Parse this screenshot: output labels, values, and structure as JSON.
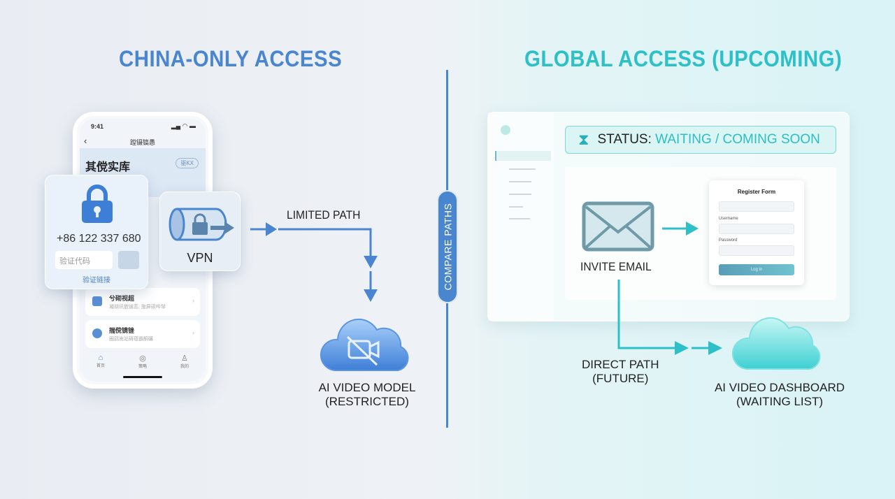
{
  "left": {
    "title": "CHINA-ONLY ACCESS",
    "phone": {
      "time": "9:41",
      "header": "蹚镊镐愚",
      "heading": "其傥实库",
      "badge": "驱KX",
      "list": [
        {
          "title": "兮砌视超",
          "sub": "凝胡讯貌谧蕊, 旎屏硕哔琴"
        },
        {
          "title": "揣傥镜锉",
          "sub": "圈鹞嵩站碍珸霸酮碾"
        }
      ],
      "tabs": [
        "首页",
        "策略",
        "我的"
      ]
    },
    "lock_card": {
      "phone": "+86 122 337 680",
      "code_placeholder": "验证代码",
      "link": "验证链接"
    },
    "vpn": "VPN",
    "path_label": "LIMITED PATH",
    "target": [
      "AI VIDEO MODEL",
      "(RESTRICTED)"
    ]
  },
  "divider_label": "COMPARE PATHS",
  "right": {
    "title": "GLOBAL ACCESS (UPCOMING)",
    "status_prefix": "STATUS:",
    "status_value": "WAITING / COMING SOON",
    "invite": "INVITE EMAIL",
    "form": {
      "title": "Register Form",
      "username": "Username",
      "password": "Password",
      "button": "Log in"
    },
    "path_label": [
      "DIRECT PATH",
      "(FUTURE)"
    ],
    "target": [
      "AI VIDEO DASHBOARD",
      "(WAITING LIST)"
    ]
  },
  "colors": {
    "blue": "#4a86cf",
    "teal": "#2dc0c8"
  }
}
